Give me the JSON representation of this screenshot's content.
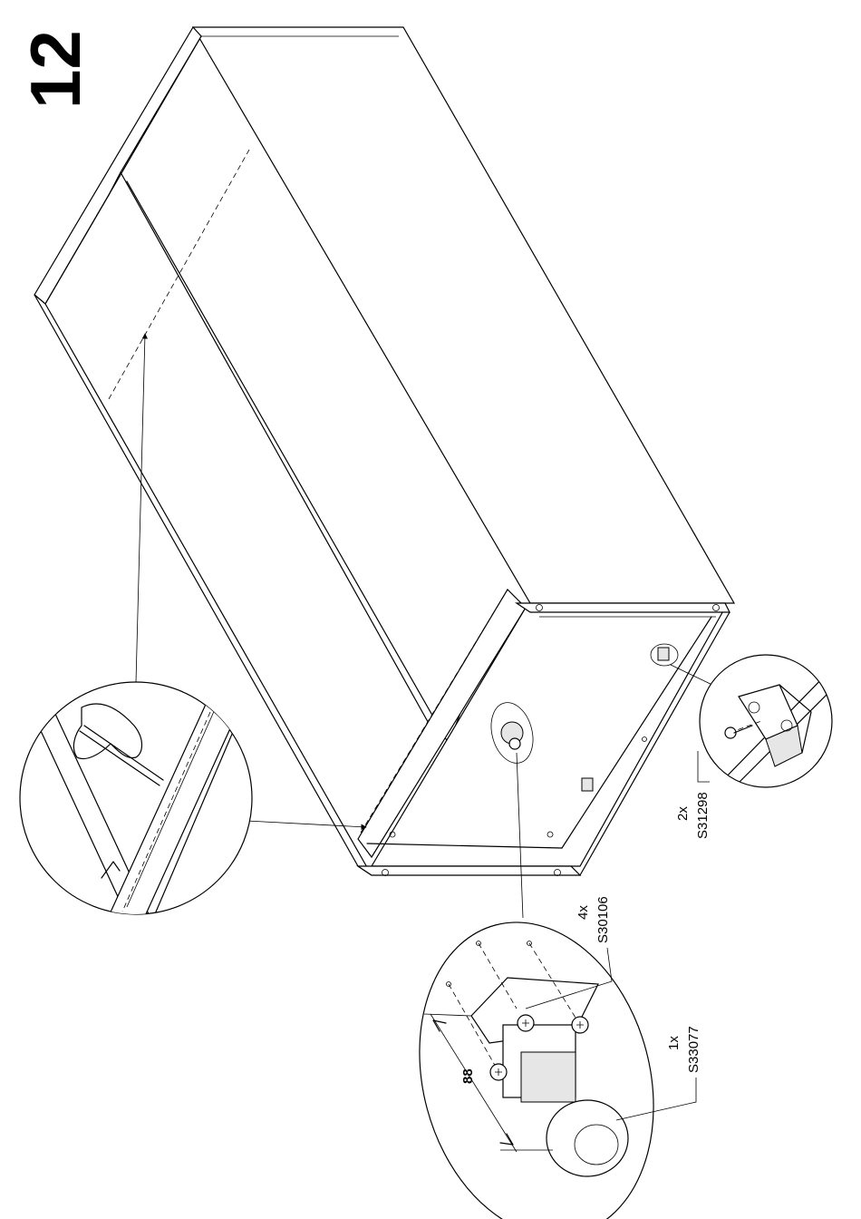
{
  "step_number": "12",
  "parts": {
    "screw_small": {
      "qty": "2x",
      "code": "S31298"
    },
    "screw_leg": {
      "qty": "4x",
      "code": "S30106"
    },
    "leg": {
      "qty": "1x",
      "code": "S33077"
    }
  },
  "dimension": {
    "value": "88"
  }
}
